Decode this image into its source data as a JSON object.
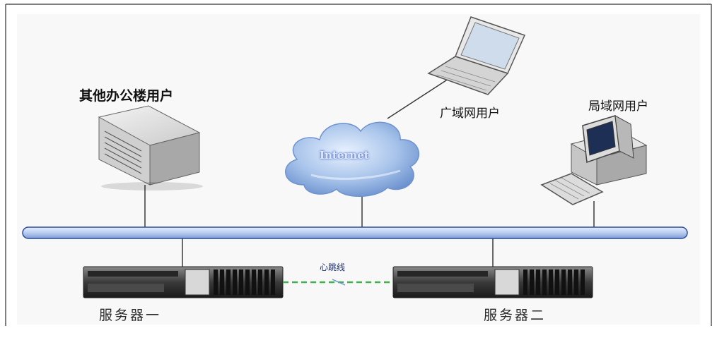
{
  "labels": {
    "office_users": "其他办公楼用户",
    "wan_users": "广域网用户",
    "lan_users": "局域网用户",
    "internet": "Internet",
    "heartbeat": "心跳线",
    "server_one": "服务器一",
    "server_two": "服务器二"
  },
  "icons": {
    "office": "server-tower-icon",
    "wan": "laptop-icon",
    "lan": "desktop-computer-icon",
    "cloud": "cloud-icon",
    "servers": "rack-server-icon"
  },
  "colors": {
    "bus": "#b9cdf0",
    "bus_stroke": "#2a4a9a",
    "heartbeat": "#3fb24a",
    "cloud": "#7ea6dc"
  }
}
